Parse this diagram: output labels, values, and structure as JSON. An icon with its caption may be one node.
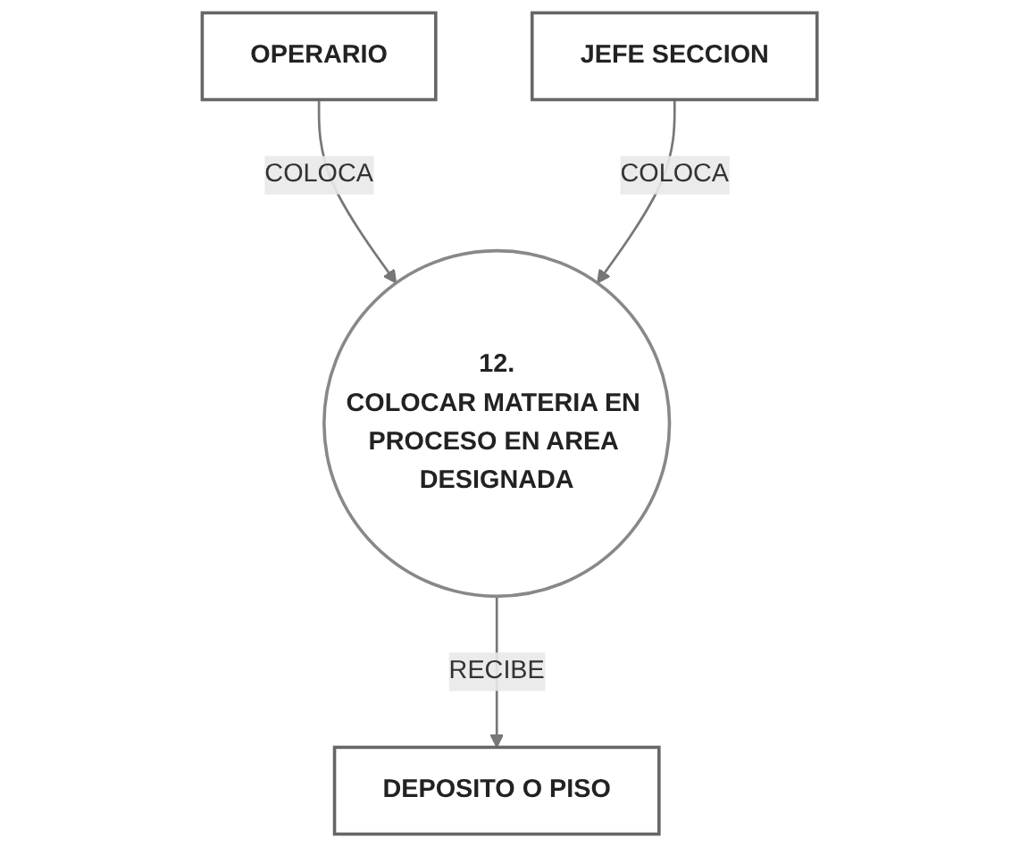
{
  "diagram": {
    "nodes": [
      {
        "text": [
          "12.",
          "COLOCAR MATERIA EN PROCESO EN AREA DESIGNADA"
        ]
      },
      {
        "text": [
          "OPERARIO"
        ]
      },
      {
        "text": [
          "JEFE SECCION"
        ]
      },
      {
        "text": [
          "DEPOSITO O PISO"
        ]
      }
    ],
    "edges": [
      {
        "from": 1,
        "to": 0,
        "label": "COLOCA",
        "arrow": "to"
      },
      {
        "from": 2,
        "to": 0,
        "label": "COLOCA",
        "arrow": "to"
      },
      {
        "from": 0,
        "to": 3,
        "label": "RECIBE",
        "arrow": "to"
      }
    ]
  }
}
